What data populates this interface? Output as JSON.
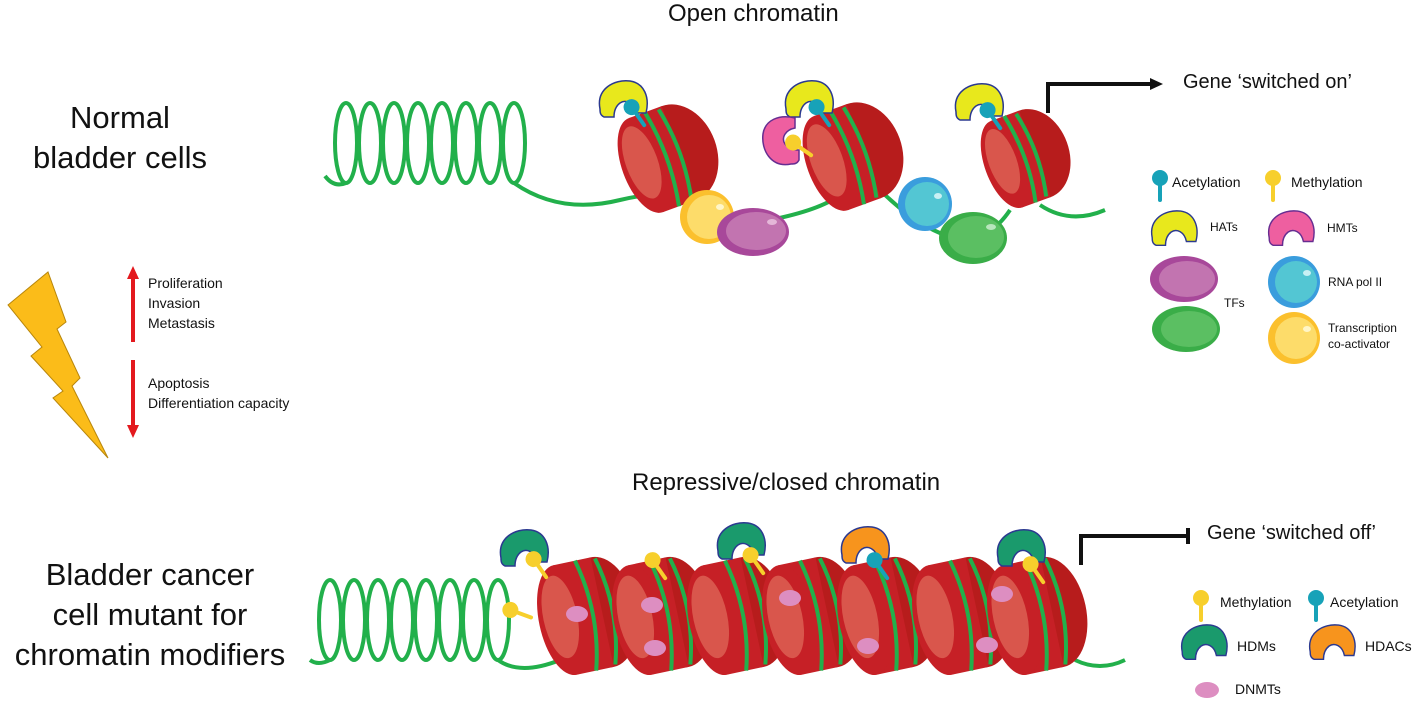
{
  "diagram": {
    "top_panel": {
      "side_label": [
        "Normal",
        "bladder cells"
      ],
      "title": "Open chromatin",
      "gene_status": "Gene ‘switched on’",
      "legend": {
        "acetylation": "Acetylation",
        "methylation": "Methylation",
        "hats": "HATs",
        "hmts": "HMTs",
        "tfs": "TFs",
        "rna_pol": "RNA pol II",
        "coactivator": [
          "Transcription",
          "co-activator"
        ]
      }
    },
    "middle_panel": {
      "up_effects": [
        "Proliferation",
        "Invasion",
        "Metastasis"
      ],
      "down_effects": [
        "Apoptosis",
        "Differentiation capacity"
      ]
    },
    "bottom_panel": {
      "side_label": [
        "Bladder cancer",
        "cell mutant for",
        "chromatin modifiers"
      ],
      "title": "Repressive/closed chromatin",
      "gene_status": "Gene ‘switched off’",
      "legend": {
        "methylation": "Methylation",
        "acetylation": "Acetylation",
        "hdms": "HDMs",
        "hdacs": "HDACs",
        "dnmts": "DNMTs"
      }
    },
    "colors": {
      "dna": "#22b04b",
      "histone": "#c62026",
      "histone_highlight": "#d9564c",
      "acetyl": "#17a2b8",
      "methyl": "#f7cf2c",
      "hat": "#e8e81c",
      "hmt": "#ee5fa0",
      "hdm": "#1a9a6c",
      "hdac": "#f7941d",
      "tf_purple": "#c274b0",
      "tf_green": "#5bbf62",
      "rna_pol": "#53c6d3",
      "coactivator": "#fddc6a",
      "dnmt": "#dd8ec1",
      "bolt": "#fbbc19",
      "arrow_red": "#e3191e"
    }
  }
}
